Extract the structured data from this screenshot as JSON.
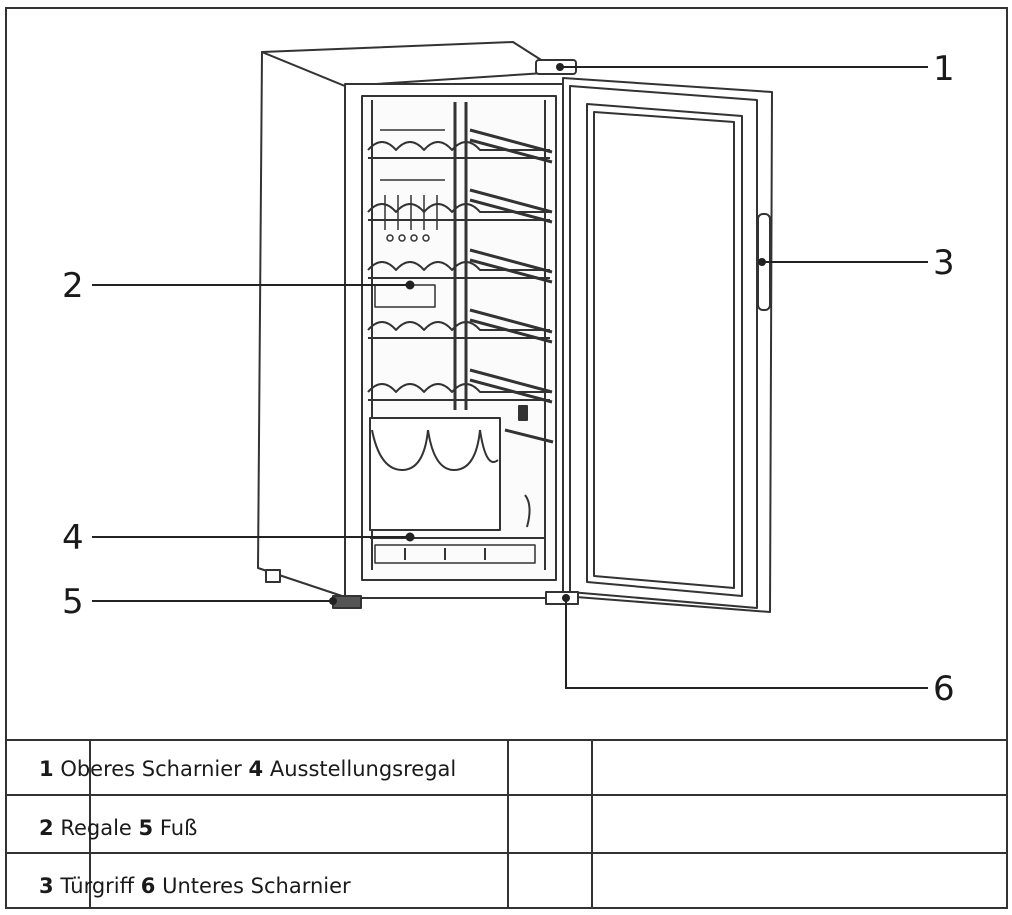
{
  "callouts": [
    "1",
    "2",
    "3",
    "4",
    "5",
    "6"
  ],
  "legend": [
    [
      {
        "num": "1",
        "label": "Oberes Scharnier"
      },
      {
        "num": "4",
        "label": "Ausstellungsregal"
      }
    ],
    [
      {
        "num": "2",
        "label": "Regale"
      },
      {
        "num": "5",
        "label": "Fuß"
      }
    ],
    [
      {
        "num": "3",
        "label": "Türgriff"
      },
      {
        "num": "6",
        "label": "Unteres Scharnier"
      }
    ]
  ]
}
